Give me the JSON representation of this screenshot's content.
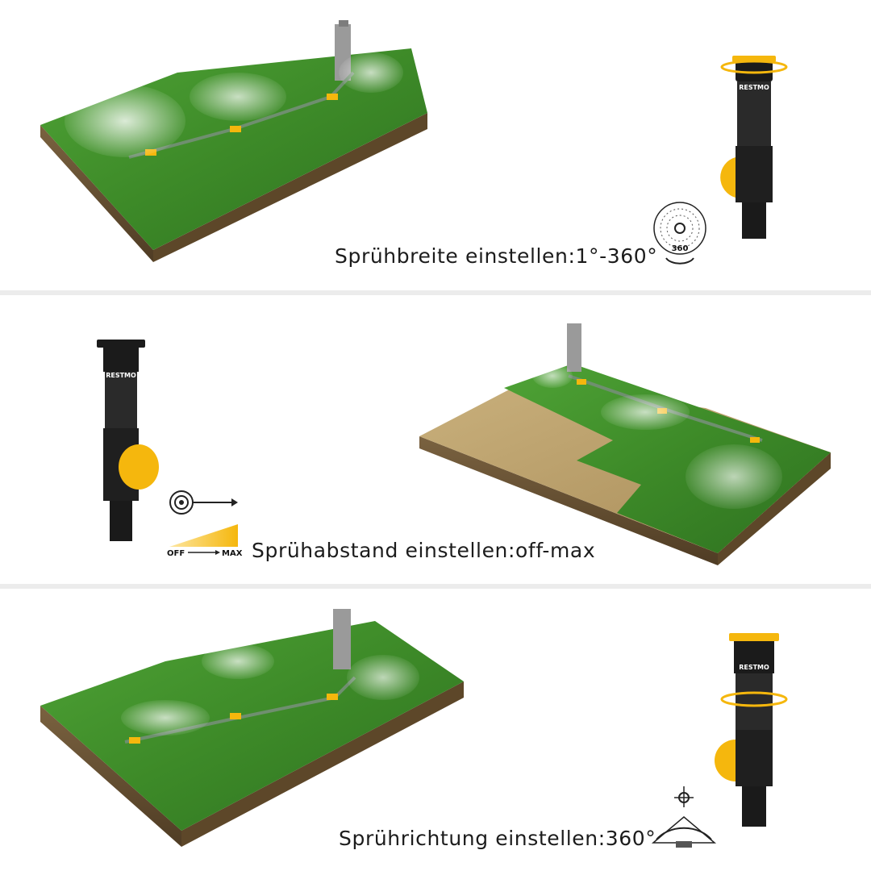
{
  "brand": "RESTMO",
  "colors": {
    "grass": "#3f8f2b",
    "grass_dark": "#2b6a1d",
    "soil": "#6b5333",
    "accent_yellow": "#f5b70d",
    "nozzle_black": "#1b1b1b"
  },
  "sections": [
    {
      "caption": "Sprühbreite einstellen:1°-360°",
      "icon": "spray-width-360-icon",
      "icon_label": "360"
    },
    {
      "caption": "Sprühabstand einstellen:off-max",
      "icon": "spray-distance-icon",
      "off_label": "OFF",
      "max_label": "MAX"
    },
    {
      "caption": "Sprührichtung einstellen:360°",
      "icon": "spray-direction-icon"
    }
  ]
}
